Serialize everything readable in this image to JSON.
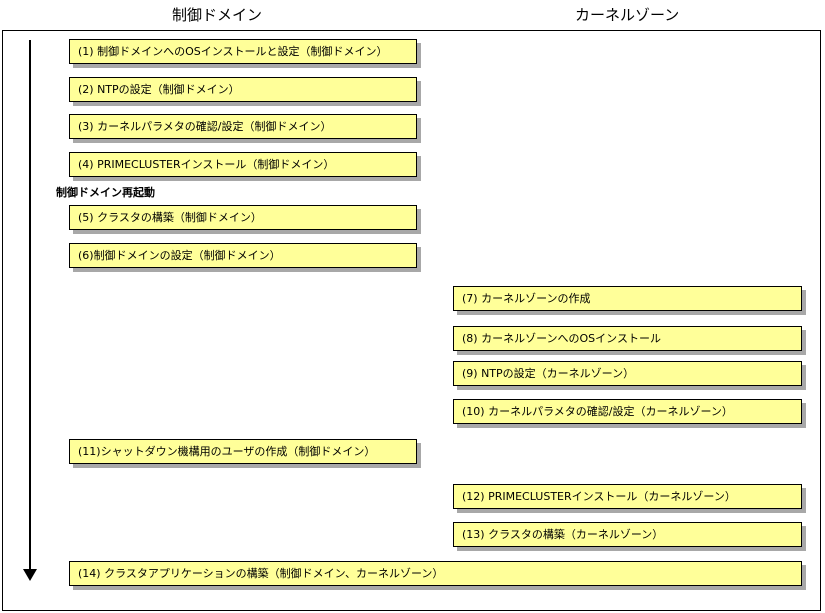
{
  "headers": {
    "control_domain": "制御ドメイン",
    "kernel_zone": "カーネルゾーン"
  },
  "reboot_label": "制御ドメイン再起動",
  "steps": [
    "(1) 制御ドメインへのOSインストールと設定（制御ドメイン）",
    "(2) NTPの設定（制御ドメイン）",
    "(3) カーネルパラメタの確認/設定（制御ドメイン）",
    "(4) PRIMECLUSTERインストール（制御ドメイン）",
    "(5) クラスタの構築（制御ドメイン）",
    "(6)制御ドメインの設定（制御ドメイン）",
    "(7) カーネルゾーンの作成",
    "(8) カーネルゾーンへのOSインストール",
    "(9) NTPの設定（カーネルゾーン）",
    "(10) カーネルパラメタの確認/設定（カーネルゾーン）",
    "(11)シャットダウン機構用のユーザの作成（制御ドメイン）",
    "(12) PRIMECLUSTERインストール（カーネルゾーン）",
    "(13) クラスタの構築（カーネルゾーン）",
    "(14) クラスタアプリケーションの構築（制御ドメイン、カーネルゾーン）"
  ]
}
